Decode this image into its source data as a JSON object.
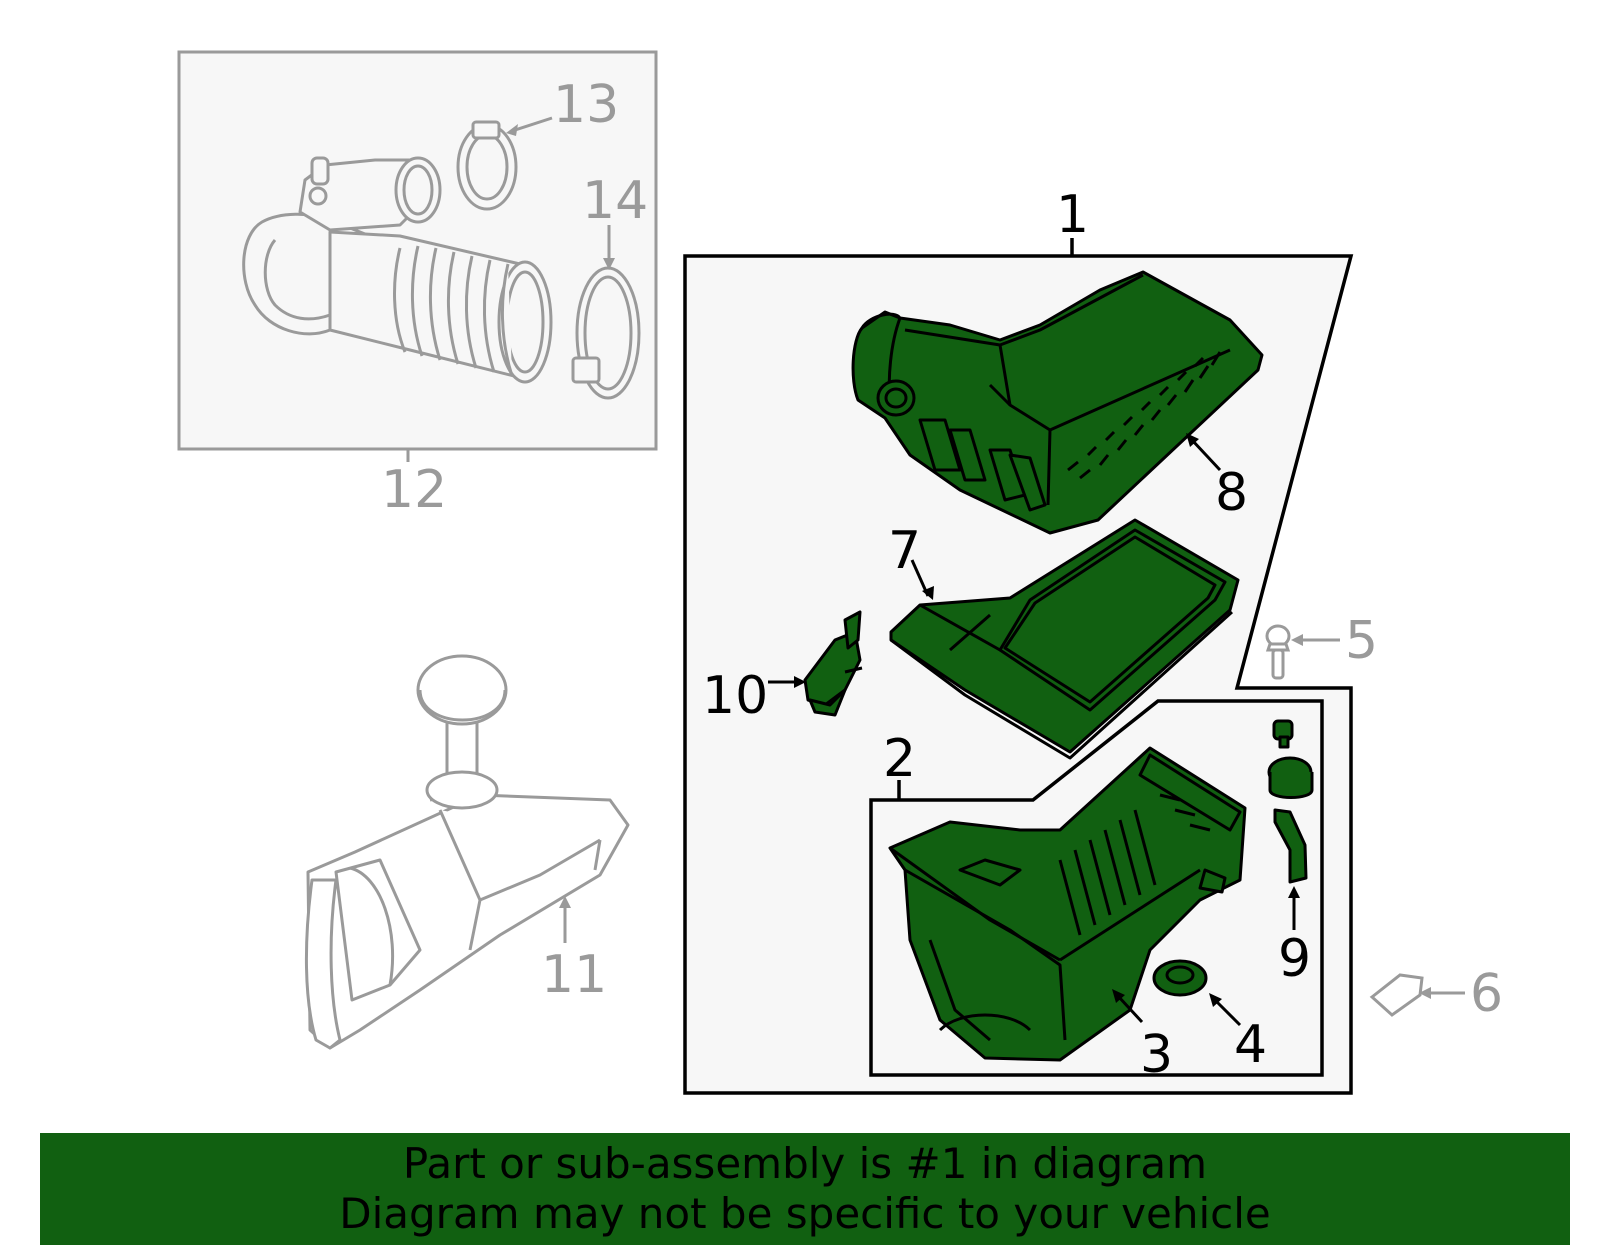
{
  "colors": {
    "highlight_fill": "#116011",
    "highlight_stroke": "#000000",
    "ghost_stroke": "#9a9a9a",
    "panel_fill": "#f7f7f7",
    "banner_bg": "#116011",
    "banner_text": "#000000"
  },
  "callouts": {
    "c1": "1",
    "c2": "2",
    "c3": "3",
    "c4": "4",
    "c5": "5",
    "c6": "6",
    "c7": "7",
    "c8": "8",
    "c9": "9",
    "c10": "10",
    "c11": "11",
    "c12": "12",
    "c13": "13",
    "c14": "14"
  },
  "highlighted_part": "1",
  "banner": {
    "line1": "Part or sub-assembly is #1 in diagram",
    "line2": "Diagram may not be specific to your vehicle"
  }
}
